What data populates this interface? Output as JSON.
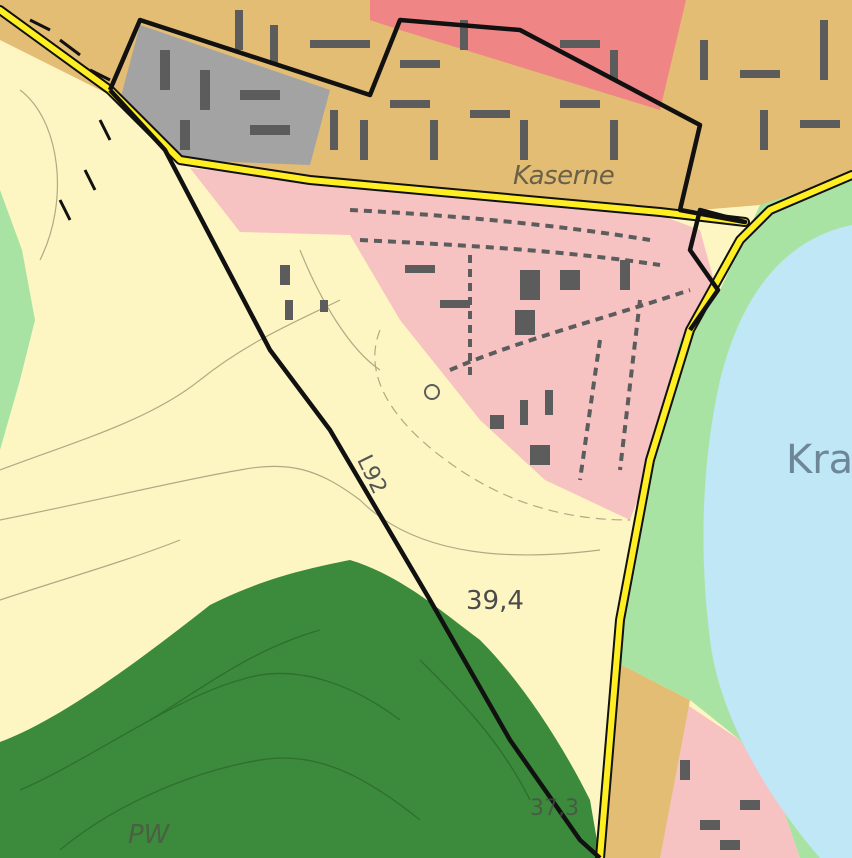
{
  "map": {
    "labels": {
      "kaserne": "Kaserne",
      "lake": "Kra",
      "road": "L92",
      "elevation_1": "39,4",
      "elevation_2": "37,3",
      "forest_code": "PW"
    },
    "colors": {
      "meadow_yellow": "#fdf6c2",
      "residential_pink": "#f7c2c2",
      "commercial_tan": "#e2bd73",
      "industrial_gray": "#a3a3a3",
      "special_red": "#f08585",
      "forest_green": "#3c8b3c",
      "green_strip": "#a9e3a3",
      "lake_blue": "#bfe7f6",
      "road_yellow": "#ffee21",
      "boundary_black": "#111111",
      "building_gray": "#5c5c5c"
    }
  }
}
